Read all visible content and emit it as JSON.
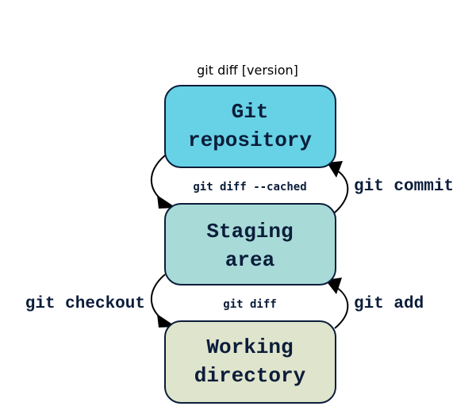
{
  "caption": "git diff [version]",
  "nodes": {
    "repository": {
      "line1": "Git",
      "line2": "repository",
      "color": "#67d2e6"
    },
    "staging": {
      "line1": "Staging",
      "line2": "area",
      "color": "#a8dbd8"
    },
    "working": {
      "line1": "Working",
      "line2": "directory",
      "color": "#dfe4cc"
    }
  },
  "edges": {
    "commit": "git commit",
    "diff_cached": "git diff --cached",
    "add": "git add",
    "diff": "git diff",
    "checkout": "git checkout"
  },
  "colors": {
    "text": "#0b1d3a",
    "arrow": "#000000"
  }
}
